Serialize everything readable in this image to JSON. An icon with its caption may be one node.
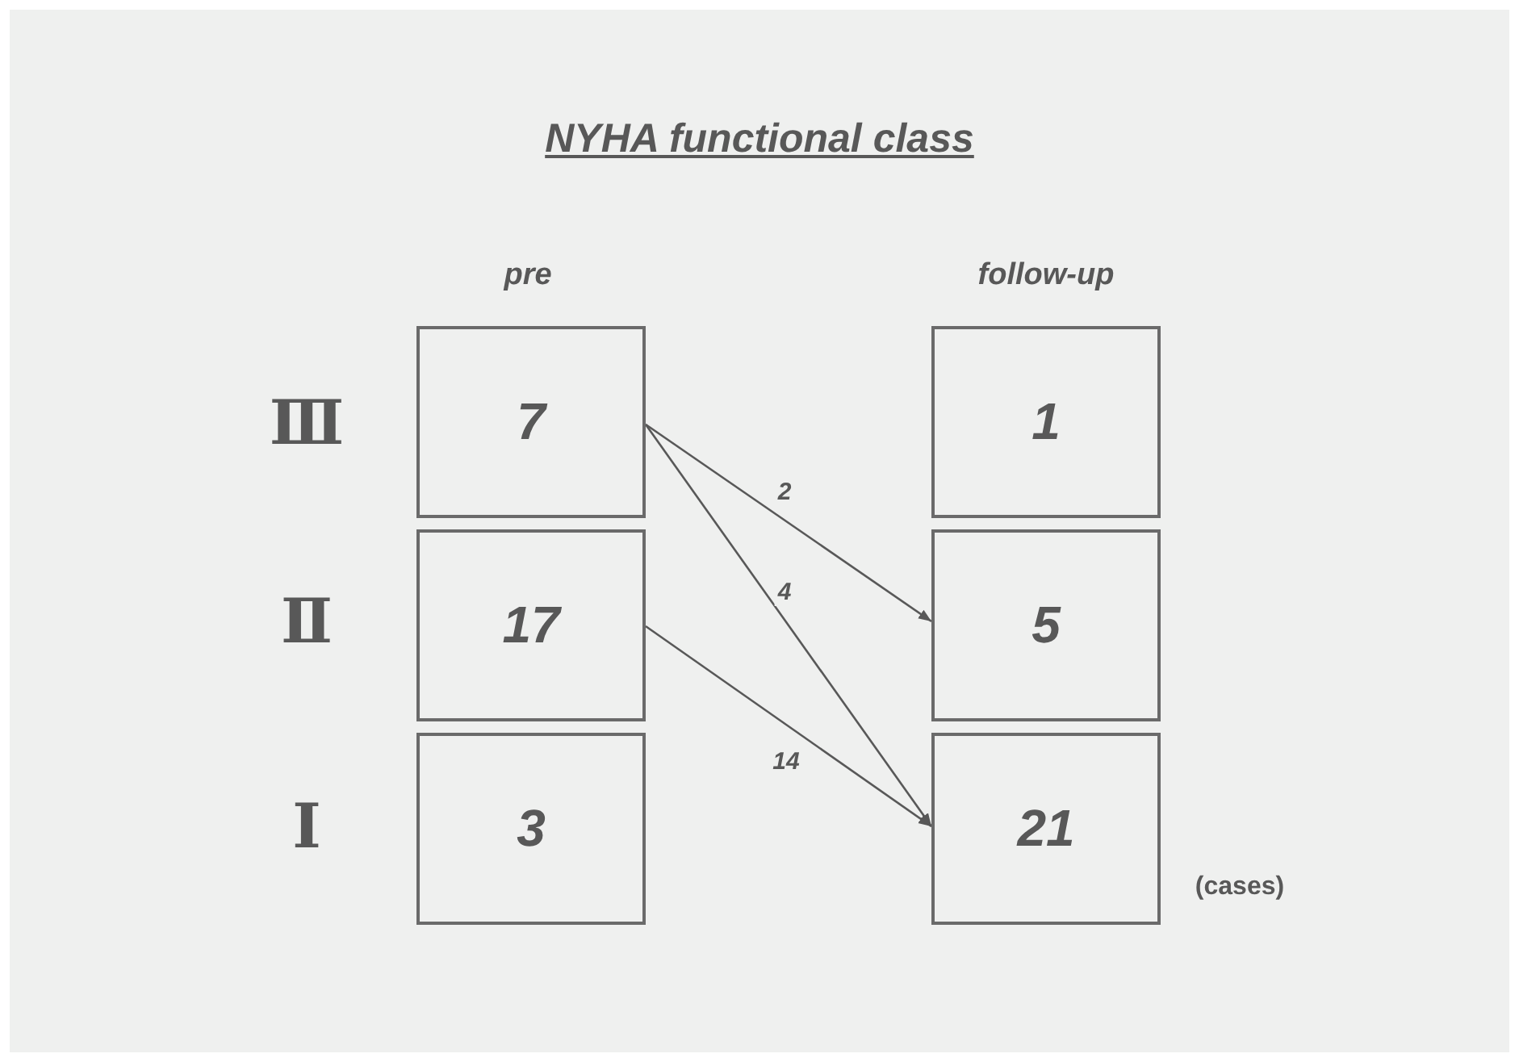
{
  "diagram": {
    "title": "NYHA functional class",
    "nodes": [
      {
        "text": [
          "7"
        ]
      },
      {
        "text": [
          "17"
        ]
      },
      {
        "text": [
          "3"
        ]
      },
      {
        "text": [
          "1"
        ]
      },
      {
        "text": [
          "5"
        ]
      },
      {
        "text": [
          "21"
        ]
      }
    ],
    "edges": [
      {
        "from": 0,
        "to": 4,
        "arrow": "to",
        "label": "2"
      },
      {
        "from": 0,
        "to": 5,
        "arrow": "to",
        "label": "4"
      },
      {
        "from": 1,
        "to": 5,
        "arrow": "to",
        "label": "14"
      }
    ],
    "labels": [
      "pre",
      "follow-up",
      "Ⅲ",
      "Ⅱ",
      "Ⅰ",
      "(cases)"
    ]
  }
}
